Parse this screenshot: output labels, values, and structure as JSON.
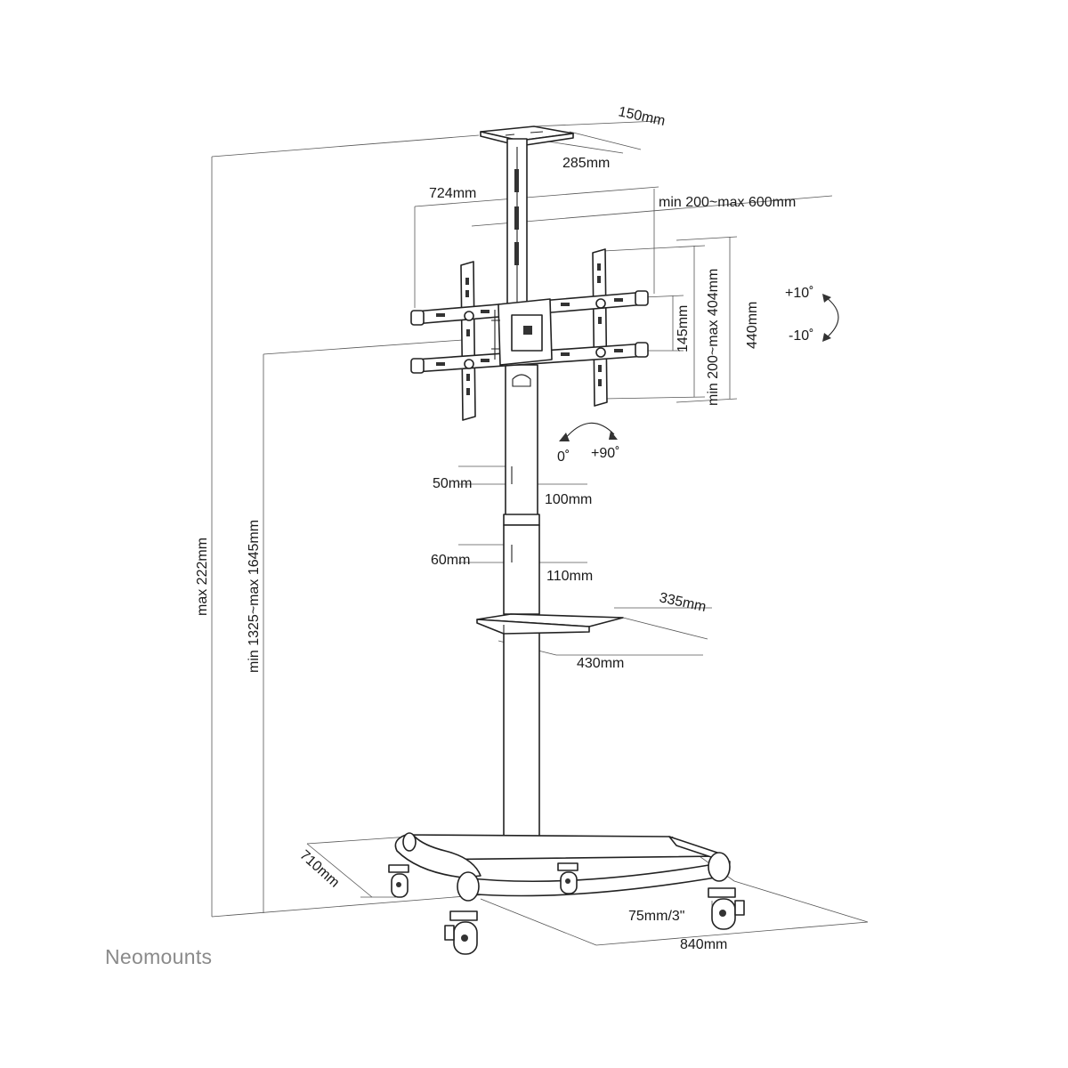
{
  "brand": {
    "name": "Neomounts"
  },
  "dimensions": {
    "top_shelf_depth": "150mm",
    "top_shelf_width": "285mm",
    "bracket_width": "724mm",
    "vesa_horizontal": "min 200~max 600mm",
    "vesa_vertical": "min 200~max 404mm",
    "bracket_height": "440mm",
    "rail_spacing": "145mm",
    "tilt_up": "+10˚",
    "tilt_down": "-10˚",
    "rotate_start": "0˚",
    "rotate_end": "+90˚",
    "upper_pole_depth": "50mm",
    "upper_pole_width": "100mm",
    "lower_pole_depth": "60mm",
    "lower_pole_width": "110mm",
    "shelf_depth": "335mm",
    "shelf_width": "430mm",
    "max_height": "max 222mm",
    "screen_center_height": "min 1325~max 1645mm",
    "base_depth": "710mm",
    "caster_size": "75mm/3\"",
    "base_width": "840mm"
  },
  "colors": {
    "line": "#222222",
    "dimension_line": "#555555",
    "brand": "#8a8a8a"
  }
}
